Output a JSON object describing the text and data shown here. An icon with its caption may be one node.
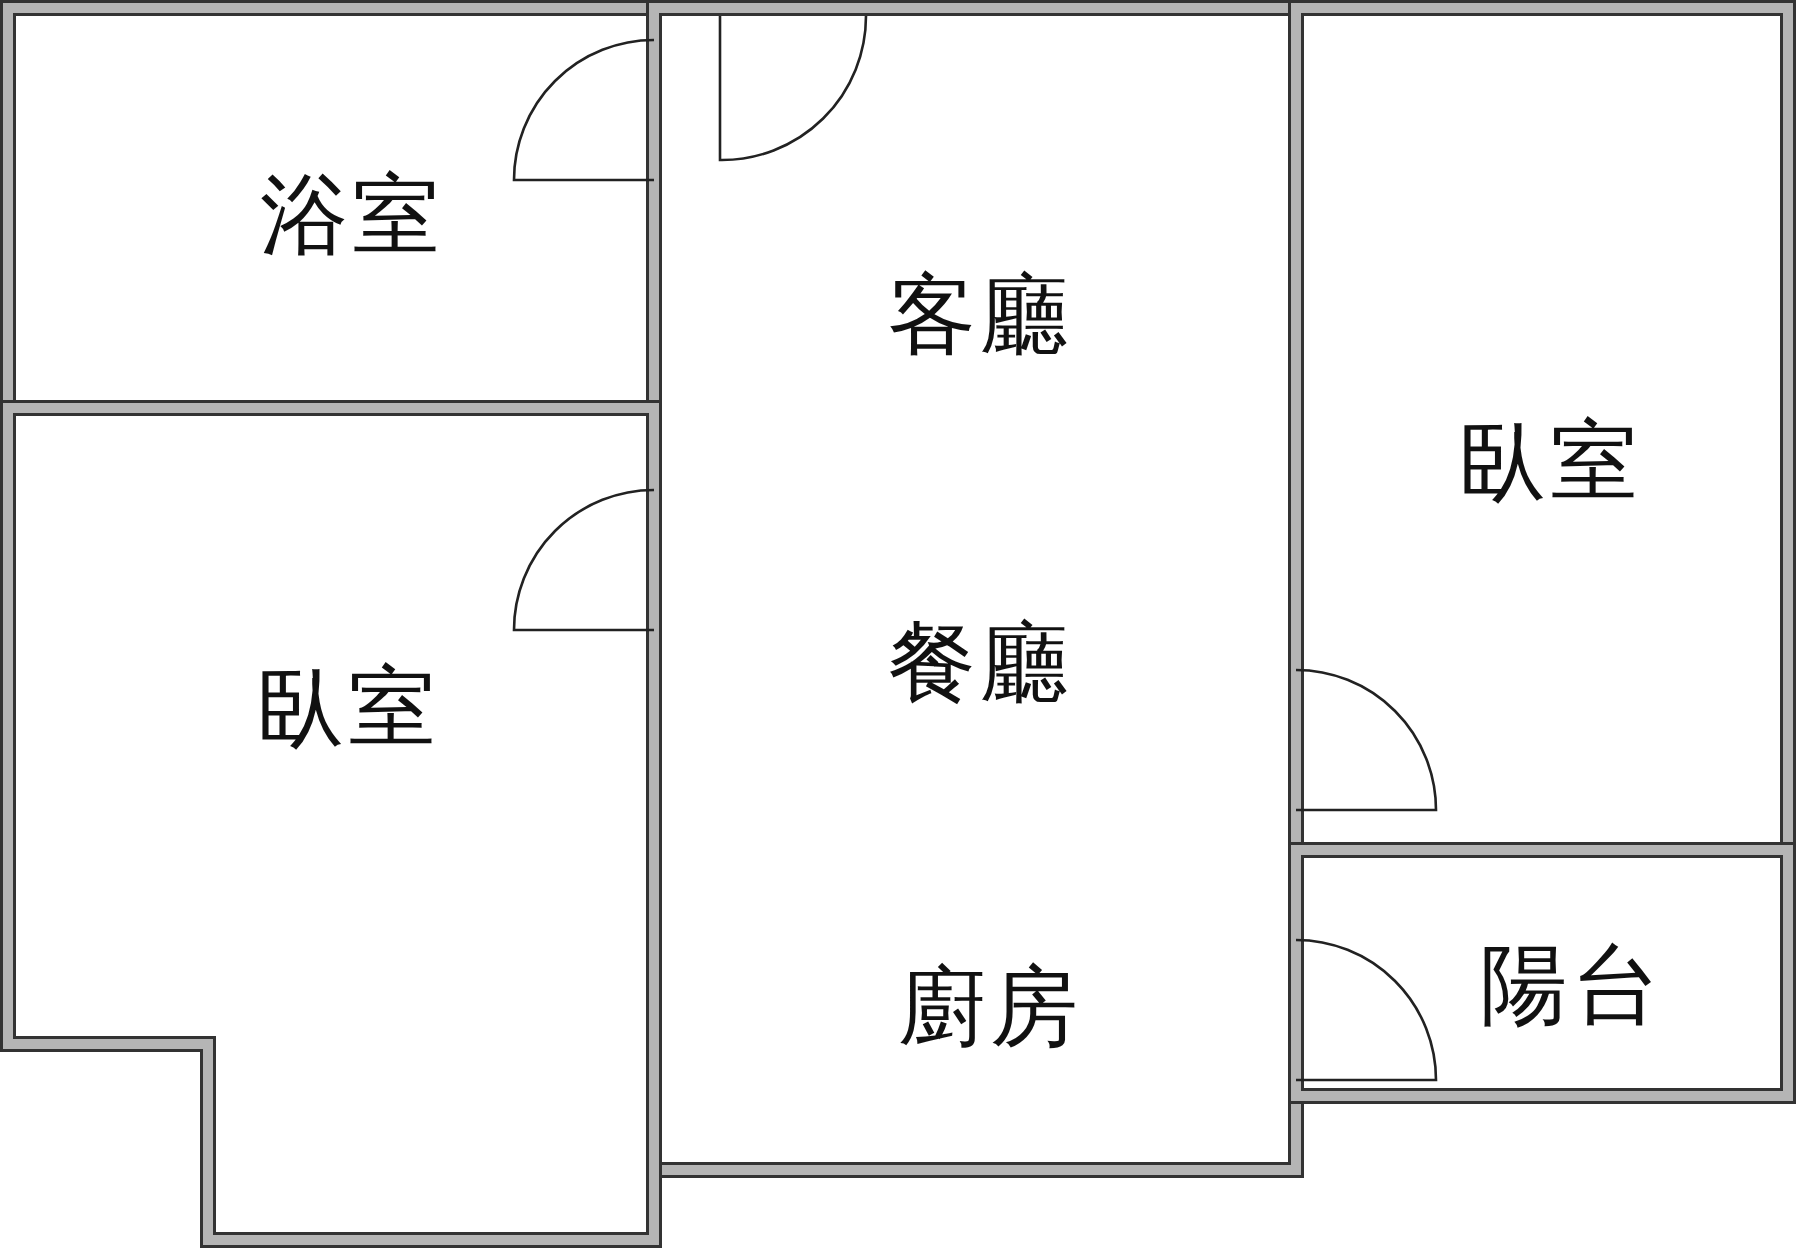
{
  "diagram": {
    "nodes": [
      {
        "text": [
          "浴室"
        ]
      },
      {
        "text": [
          "客廳",
          "餐廳",
          "廚房"
        ]
      },
      {
        "text": [
          "臥室"
        ]
      },
      {
        "text": [
          "臥室"
        ]
      },
      {
        "text": [
          "陽台"
        ]
      }
    ]
  }
}
